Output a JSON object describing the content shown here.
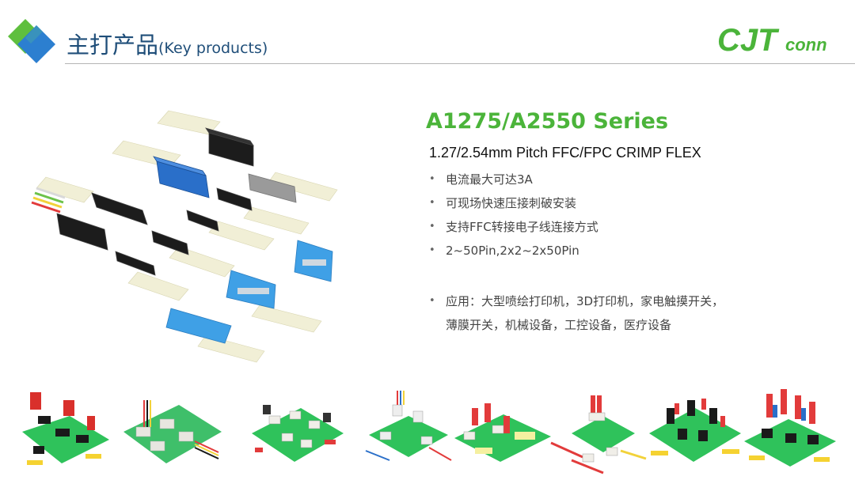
{
  "header": {
    "title": "主打产品",
    "subtitle": "(Key products)",
    "brand": "CJTconn",
    "brand_main": "CJT",
    "brand_suffix": "conn",
    "colors": {
      "title": "#1f4e79",
      "brand": "#4bb43a",
      "mark_blue": "#2c7fd0",
      "mark_green": "#5fbf3e"
    }
  },
  "product": {
    "series": "A1275/A2550 Series",
    "pitch": "1.27/2.54mm Pitch FFC/FPC CRIMP FLEX",
    "features": [
      "电流最大可达3A",
      "可现场快速压接刺破安装",
      "支持FFC转接电子线连接方式",
      "2~50Pin,2x2~2x50Pin"
    ],
    "application": {
      "line1": "应用：大型喷绘打印机，3D打印机，家电触摸开关，",
      "line2": "薄膜开关，机械设备，工控设备，医疗设备"
    },
    "colors": {
      "series": "#4bb43a"
    }
  },
  "images": {
    "hero": "connector-assortment-image",
    "gallery": [
      "pcb-assembly-image-1",
      "pcb-assembly-image-2",
      "pcb-assembly-image-3",
      "pcb-assembly-image-4",
      "pcb-assembly-image-5",
      "pcb-assembly-image-6",
      "pcb-assembly-image-7",
      "pcb-assembly-image-8"
    ]
  }
}
